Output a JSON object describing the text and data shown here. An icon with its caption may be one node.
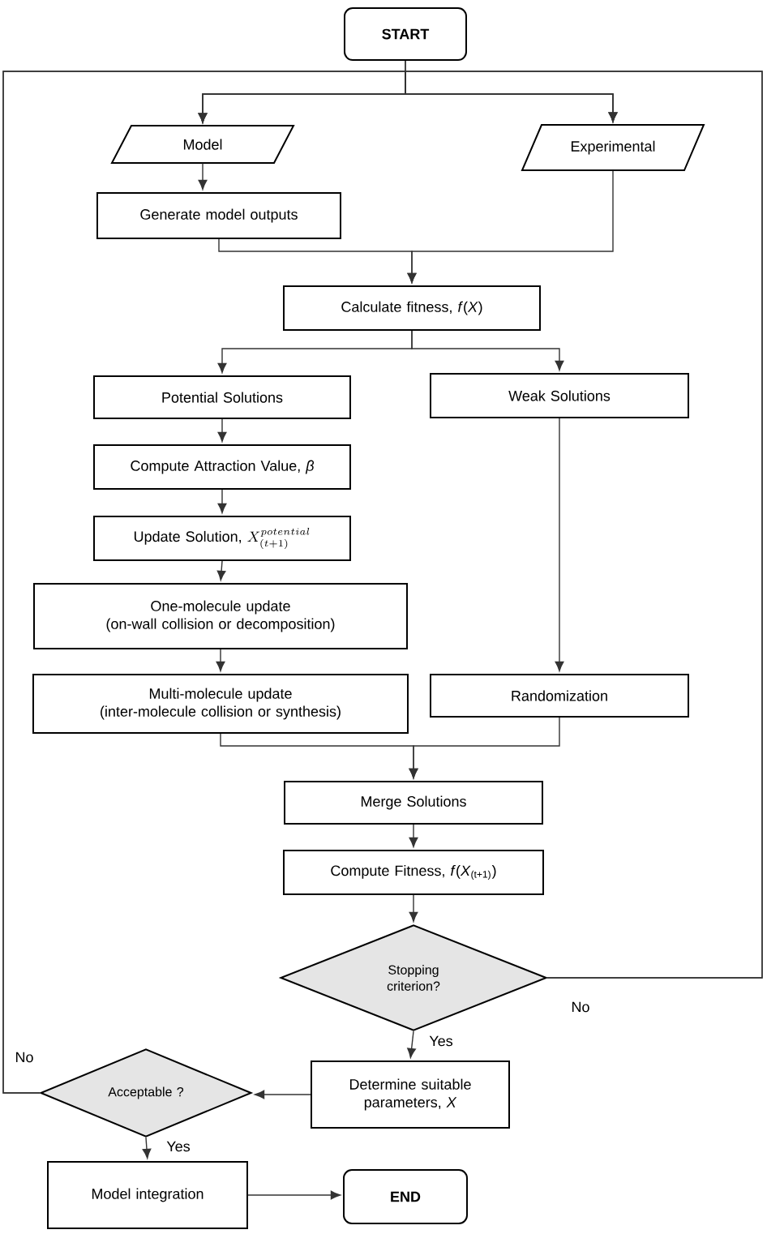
{
  "diagram": {
    "nodes": [
      {
        "text": [
          "START"
        ]
      },
      {
        "text": [
          "Model"
        ]
      },
      {
        "text": [
          "Experimental"
        ]
      },
      {
        "text": [
          "Generate model outputs"
        ]
      },
      {
        "text": [
          "Calculate fitness, *f*(*X*)"
        ]
      },
      {
        "text": [
          "Potential Solutions"
        ]
      },
      {
        "text": [
          "Weak Solutions"
        ]
      },
      {
        "text": [
          "Compute Attraction Value, *β*"
        ]
      },
      {
        "text": [
          "Update Solution,",
          "X^{potential}_{(t+1)}"
        ]
      },
      {
        "text": [
          "One-molecule update",
          "(on-wall collision or decomposition)"
        ]
      },
      {
        "text": [
          "Multi-molecule update",
          "(inter-molecule collision or synthesis)"
        ]
      },
      {
        "text": [
          "Randomization"
        ]
      },
      {
        "text": [
          "Merge Solutions"
        ]
      },
      {
        "text": [
          "Compute Fitness, *f*(*X*$_{(t+1)}$)"
        ]
      },
      {
        "text": [
          "Stopping criterion?"
        ]
      },
      {
        "text": [
          "Determine suitable parameters, *X*"
        ]
      },
      {
        "text": [
          "Acceptable ?"
        ]
      },
      {
        "text": [
          "Model integration"
        ]
      },
      {
        "text": [
          "END"
        ]
      }
    ],
    "edges": [
      {
        "from": 0,
        "to": 1,
        "arrow": "to"
      },
      {
        "from": 0,
        "to": 2,
        "arrow": "to"
      },
      {
        "from": 14,
        "to": 1,
        "arrow": "to",
        "label": "No"
      },
      {
        "from": 14,
        "to": 2,
        "arrow": "to"
      },
      {
        "from": 16,
        "to": 1,
        "arrow": "to",
        "label": "No"
      },
      {
        "from": 16,
        "to": 2,
        "arrow": "to"
      },
      {
        "from": 1,
        "to": 3,
        "arrow": "to"
      },
      {
        "from": 3,
        "to": 4,
        "arrow": "to"
      },
      {
        "from": 2,
        "to": 4,
        "arrow": "to"
      },
      {
        "from": 4,
        "to": 5,
        "arrow": "to"
      },
      {
        "from": 4,
        "to": 6,
        "arrow": "to"
      },
      {
        "from": 5,
        "to": 7,
        "arrow": "to"
      },
      {
        "from": 7,
        "to": 8,
        "arrow": "to"
      },
      {
        "from": 8,
        "to": 9,
        "arrow": "to"
      },
      {
        "from": 9,
        "to": 10,
        "arrow": "to"
      },
      {
        "from": 6,
        "to": 11,
        "arrow": "to"
      },
      {
        "from": 10,
        "to": 12,
        "arrow": "to"
      },
      {
        "from": 11,
        "to": 12,
        "arrow": "to"
      },
      {
        "from": 12,
        "to": 13,
        "arrow": "to"
      },
      {
        "from": 13,
        "to": 14,
        "arrow": "to"
      },
      {
        "from": 14,
        "to": 15,
        "arrow": "to",
        "label": "Yes"
      },
      {
        "from": 15,
        "to": 16,
        "arrow": "to"
      },
      {
        "from": 16,
        "to": 17,
        "arrow": "to",
        "label": "Yes"
      },
      {
        "from": 17,
        "to": 18,
        "arrow": "to"
      }
    ]
  }
}
